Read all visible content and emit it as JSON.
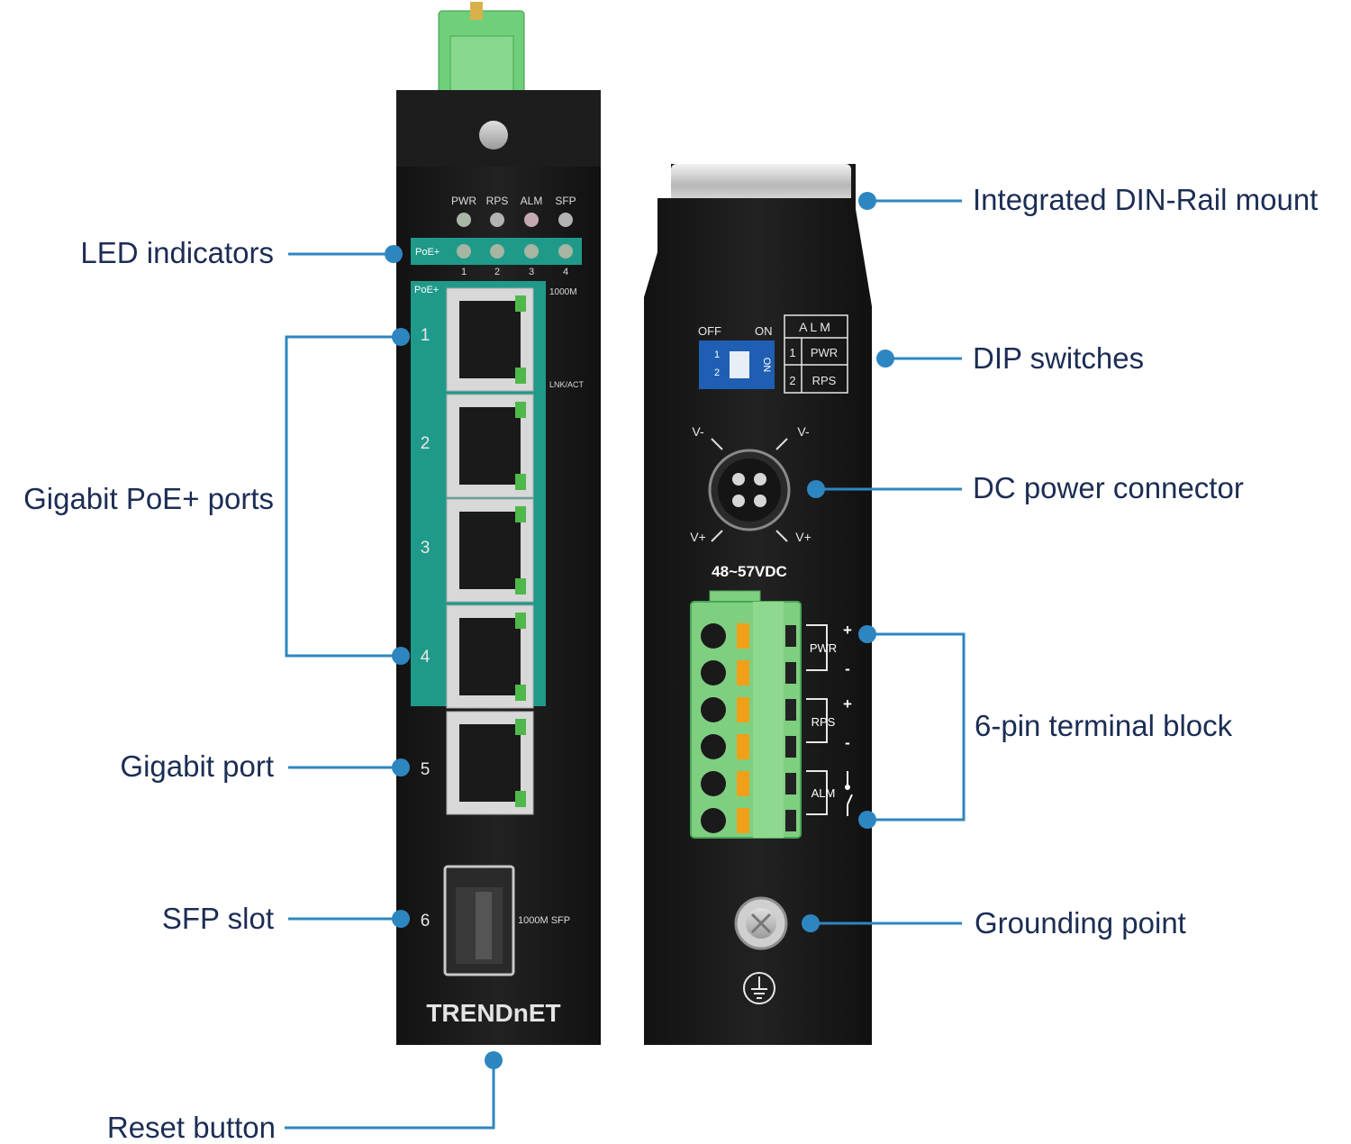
{
  "callouts": {
    "led_indicators": "LED indicators",
    "gigabit_poe_ports": "Gigabit PoE+ ports",
    "gigabit_port": "Gigabit port",
    "sfp_slot": "SFP slot",
    "reset_button": "Reset button",
    "din_rail": "Integrated DIN-Rail mount",
    "dip_switches": "DIP switches",
    "dc_power": "DC power connector",
    "terminal_block": "6-pin terminal block",
    "grounding": "Grounding point"
  },
  "front_panel": {
    "led_labels": [
      "PWR",
      "RPS",
      "ALM",
      "SFP"
    ],
    "poe_label": "PoE+",
    "poe_numbers": [
      "1",
      "2",
      "3",
      "4"
    ],
    "port_poe_label": "PoE+",
    "speed_label": "1000M",
    "lnk_label": "LNK/ACT",
    "port_numbers": [
      "1",
      "2",
      "3",
      "4",
      "5",
      "6"
    ],
    "sfp_label": "1000M SFP",
    "brand": "TRENDnET"
  },
  "side_panel": {
    "dip_off": "OFF",
    "dip_on": "ON",
    "dip_on_switch": "ON",
    "dip_nums": [
      "1",
      "2"
    ],
    "alm_table_header": "ALM",
    "alm_rows": [
      {
        "num": "1",
        "label": "PWR"
      },
      {
        "num": "2",
        "label": "RPS"
      }
    ],
    "v_minus": "V-",
    "v_plus": "V+",
    "voltage": "48~57VDC",
    "terminal_labels": [
      "PWR",
      "RPS",
      "ALM"
    ],
    "plus": "+",
    "minus": "-"
  },
  "colors": {
    "label_text": "#1c2d54",
    "leader_line": "#2e86c1",
    "device_body": "#1b1b1b",
    "poe_green": "#1f9a8a",
    "terminal_green": "#7fcf80",
    "terminal_orange": "#f0a018"
  }
}
